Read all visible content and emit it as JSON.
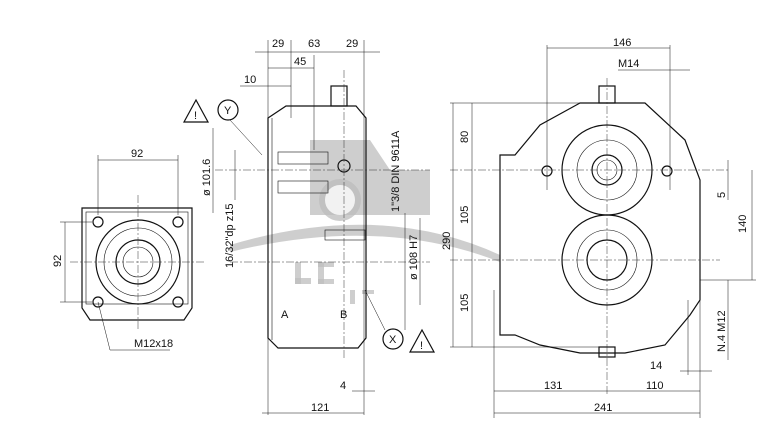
{
  "front_view": {
    "dim_width": "92",
    "dim_height": "92",
    "thread_label": "M12x18"
  },
  "side_view": {
    "dim_top_left": "29",
    "dim_top_mid": "63",
    "dim_top_right": "29",
    "dim_45": "45",
    "dim_10": "10",
    "dia_101": "ø 101.6",
    "spline": "16/32\"dp z15",
    "shaft_din": "1\"3/8 DIN 9611A",
    "dia_108": "ø 108 H7",
    "label_a": "A",
    "label_b": "B",
    "marker_y": "Y",
    "marker_x": "X",
    "warning": "!",
    "dim_4": "4",
    "dim_121": "121"
  },
  "rear_view": {
    "dim_146": "146",
    "m14": "M14",
    "dim_80": "80",
    "dim_105_top": "105",
    "dim_290": "290",
    "dim_105_bottom": "105",
    "dim_5": "5",
    "dim_140": "140",
    "n4_m12": "N.4 M12",
    "dim_14": "14",
    "dim_131": "131",
    "dim_110": "110",
    "dim_241": "241"
  }
}
